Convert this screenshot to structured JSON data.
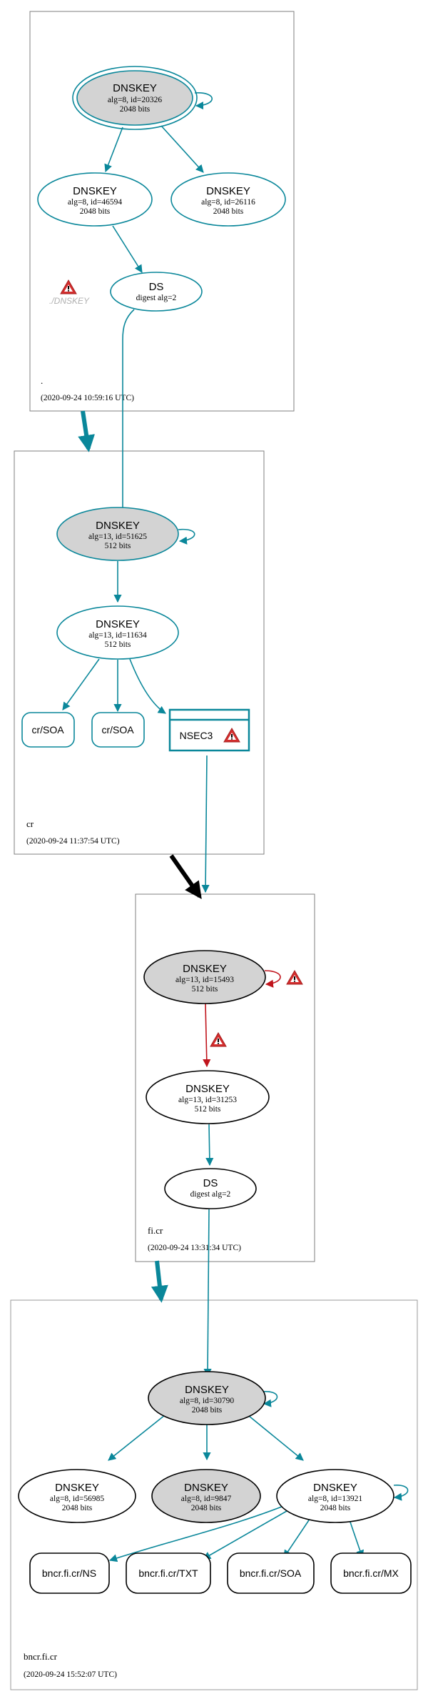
{
  "colors": {
    "teal": "#0a879a",
    "black": "#000000",
    "red": "#c0141c",
    "grey_fill": "#d3d3d3",
    "zone_border": "#7f7f7f"
  },
  "zones": [
    {
      "id": "root",
      "name": ".",
      "timestamp": "(2020-09-24 10:59:16 UTC)",
      "nodes": [
        {
          "id": "root-ksk",
          "type": "DNSKEY",
          "title": "DNSKEY",
          "line1": "alg=8, id=20326",
          "line2": "2048 bits",
          "filled": true,
          "trust_anchor": true,
          "self_signed": true
        },
        {
          "id": "root-zsk1",
          "type": "DNSKEY",
          "title": "DNSKEY",
          "line1": "alg=8, id=46594",
          "line2": "2048 bits",
          "filled": false
        },
        {
          "id": "root-zsk2",
          "type": "DNSKEY",
          "title": "DNSKEY",
          "line1": "alg=8, id=26116",
          "line2": "2048 bits",
          "filled": false
        },
        {
          "id": "root-ds",
          "type": "DS",
          "title": "DS",
          "line1": "digest alg=2"
        }
      ],
      "warning_label": "./DNSKEY"
    },
    {
      "id": "cr",
      "name": "cr",
      "timestamp": "(2020-09-24 11:37:54 UTC)",
      "nodes": [
        {
          "id": "cr-ksk",
          "type": "DNSKEY",
          "title": "DNSKEY",
          "line1": "alg=13, id=51625",
          "line2": "512 bits",
          "filled": true,
          "self_signed": true
        },
        {
          "id": "cr-zsk",
          "type": "DNSKEY",
          "title": "DNSKEY",
          "line1": "alg=13, id=11634",
          "line2": "512 bits",
          "filled": false
        },
        {
          "id": "cr-soa1",
          "type": "RRset",
          "title": "cr/SOA"
        },
        {
          "id": "cr-soa2",
          "type": "RRset",
          "title": "cr/SOA"
        },
        {
          "id": "cr-nsec3",
          "type": "NSEC3",
          "title": "NSEC3",
          "warning": true
        }
      ]
    },
    {
      "id": "fi-cr",
      "name": "fi.cr",
      "timestamp": "(2020-09-24 13:31:34 UTC)",
      "nodes": [
        {
          "id": "fi-ksk",
          "type": "DNSKEY",
          "title": "DNSKEY",
          "line1": "alg=13, id=15493",
          "line2": "512 bits",
          "filled": true,
          "self_signed": true,
          "warning": true
        },
        {
          "id": "fi-zsk",
          "type": "DNSKEY",
          "title": "DNSKEY",
          "line1": "alg=13, id=31253",
          "line2": "512 bits",
          "filled": false
        },
        {
          "id": "fi-ds",
          "type": "DS",
          "title": "DS",
          "line1": "digest alg=2"
        }
      ]
    },
    {
      "id": "bncr-fi-cr",
      "name": "bncr.fi.cr",
      "timestamp": "(2020-09-24 15:52:07 UTC)",
      "nodes": [
        {
          "id": "bn-ksk",
          "type": "DNSKEY",
          "title": "DNSKEY",
          "line1": "alg=8, id=30790",
          "line2": "2048 bits",
          "filled": true,
          "self_signed": true
        },
        {
          "id": "bn-k1",
          "type": "DNSKEY",
          "title": "DNSKEY",
          "line1": "alg=8, id=56985",
          "line2": "2048 bits",
          "filled": false
        },
        {
          "id": "bn-k2",
          "type": "DNSKEY",
          "title": "DNSKEY",
          "line1": "alg=8, id=9847",
          "line2": "2048 bits",
          "filled": true
        },
        {
          "id": "bn-zsk",
          "type": "DNSKEY",
          "title": "DNSKEY",
          "line1": "alg=8, id=13921",
          "line2": "2048 bits",
          "filled": false,
          "self_signed": true
        },
        {
          "id": "bn-ns",
          "type": "RRset",
          "title": "bncr.fi.cr/NS"
        },
        {
          "id": "bn-txt",
          "type": "RRset",
          "title": "bncr.fi.cr/TXT"
        },
        {
          "id": "bn-soa",
          "type": "RRset",
          "title": "bncr.fi.cr/SOA"
        },
        {
          "id": "bn-mx",
          "type": "RRset",
          "title": "bncr.fi.cr/MX"
        }
      ]
    }
  ],
  "edges": [
    {
      "from": "root-ksk",
      "to": "root-zsk1",
      "status": "secure"
    },
    {
      "from": "root-ksk",
      "to": "root-zsk2",
      "status": "secure"
    },
    {
      "from": "root-zsk1",
      "to": "root-ds",
      "status": "secure"
    },
    {
      "from": "root-ds",
      "to": "cr-ksk",
      "status": "secure"
    },
    {
      "from": "cr-ksk",
      "to": "cr-zsk",
      "status": "secure"
    },
    {
      "from": "cr-zsk",
      "to": "cr-soa1",
      "status": "secure"
    },
    {
      "from": "cr-zsk",
      "to": "cr-soa2",
      "status": "secure"
    },
    {
      "from": "cr-zsk",
      "to": "cr-nsec3",
      "status": "secure"
    },
    {
      "from": "cr-nsec3",
      "to": "fi-cr",
      "status": "secure"
    },
    {
      "from": "fi-ksk",
      "to": "fi-zsk",
      "status": "bogus",
      "warning": true
    },
    {
      "from": "fi-zsk",
      "to": "fi-ds",
      "status": "secure"
    },
    {
      "from": "fi-ds",
      "to": "bn-ksk",
      "status": "secure"
    },
    {
      "from": "bn-ksk",
      "to": "bn-k1",
      "status": "secure"
    },
    {
      "from": "bn-ksk",
      "to": "bn-k2",
      "status": "secure"
    },
    {
      "from": "bn-ksk",
      "to": "bn-zsk",
      "status": "secure"
    },
    {
      "from": "bn-zsk",
      "to": "bn-ns",
      "status": "secure"
    },
    {
      "from": "bn-zsk",
      "to": "bn-txt",
      "status": "secure"
    },
    {
      "from": "bn-zsk",
      "to": "bn-soa",
      "status": "secure"
    },
    {
      "from": "bn-zsk",
      "to": "bn-mx",
      "status": "secure"
    }
  ],
  "delegations": [
    {
      "from": "root",
      "to": "cr",
      "status": "secure"
    },
    {
      "from": "cr",
      "to": "fi-cr",
      "status": "insecure"
    },
    {
      "from": "fi-cr",
      "to": "bncr-fi-cr",
      "status": "secure"
    }
  ]
}
